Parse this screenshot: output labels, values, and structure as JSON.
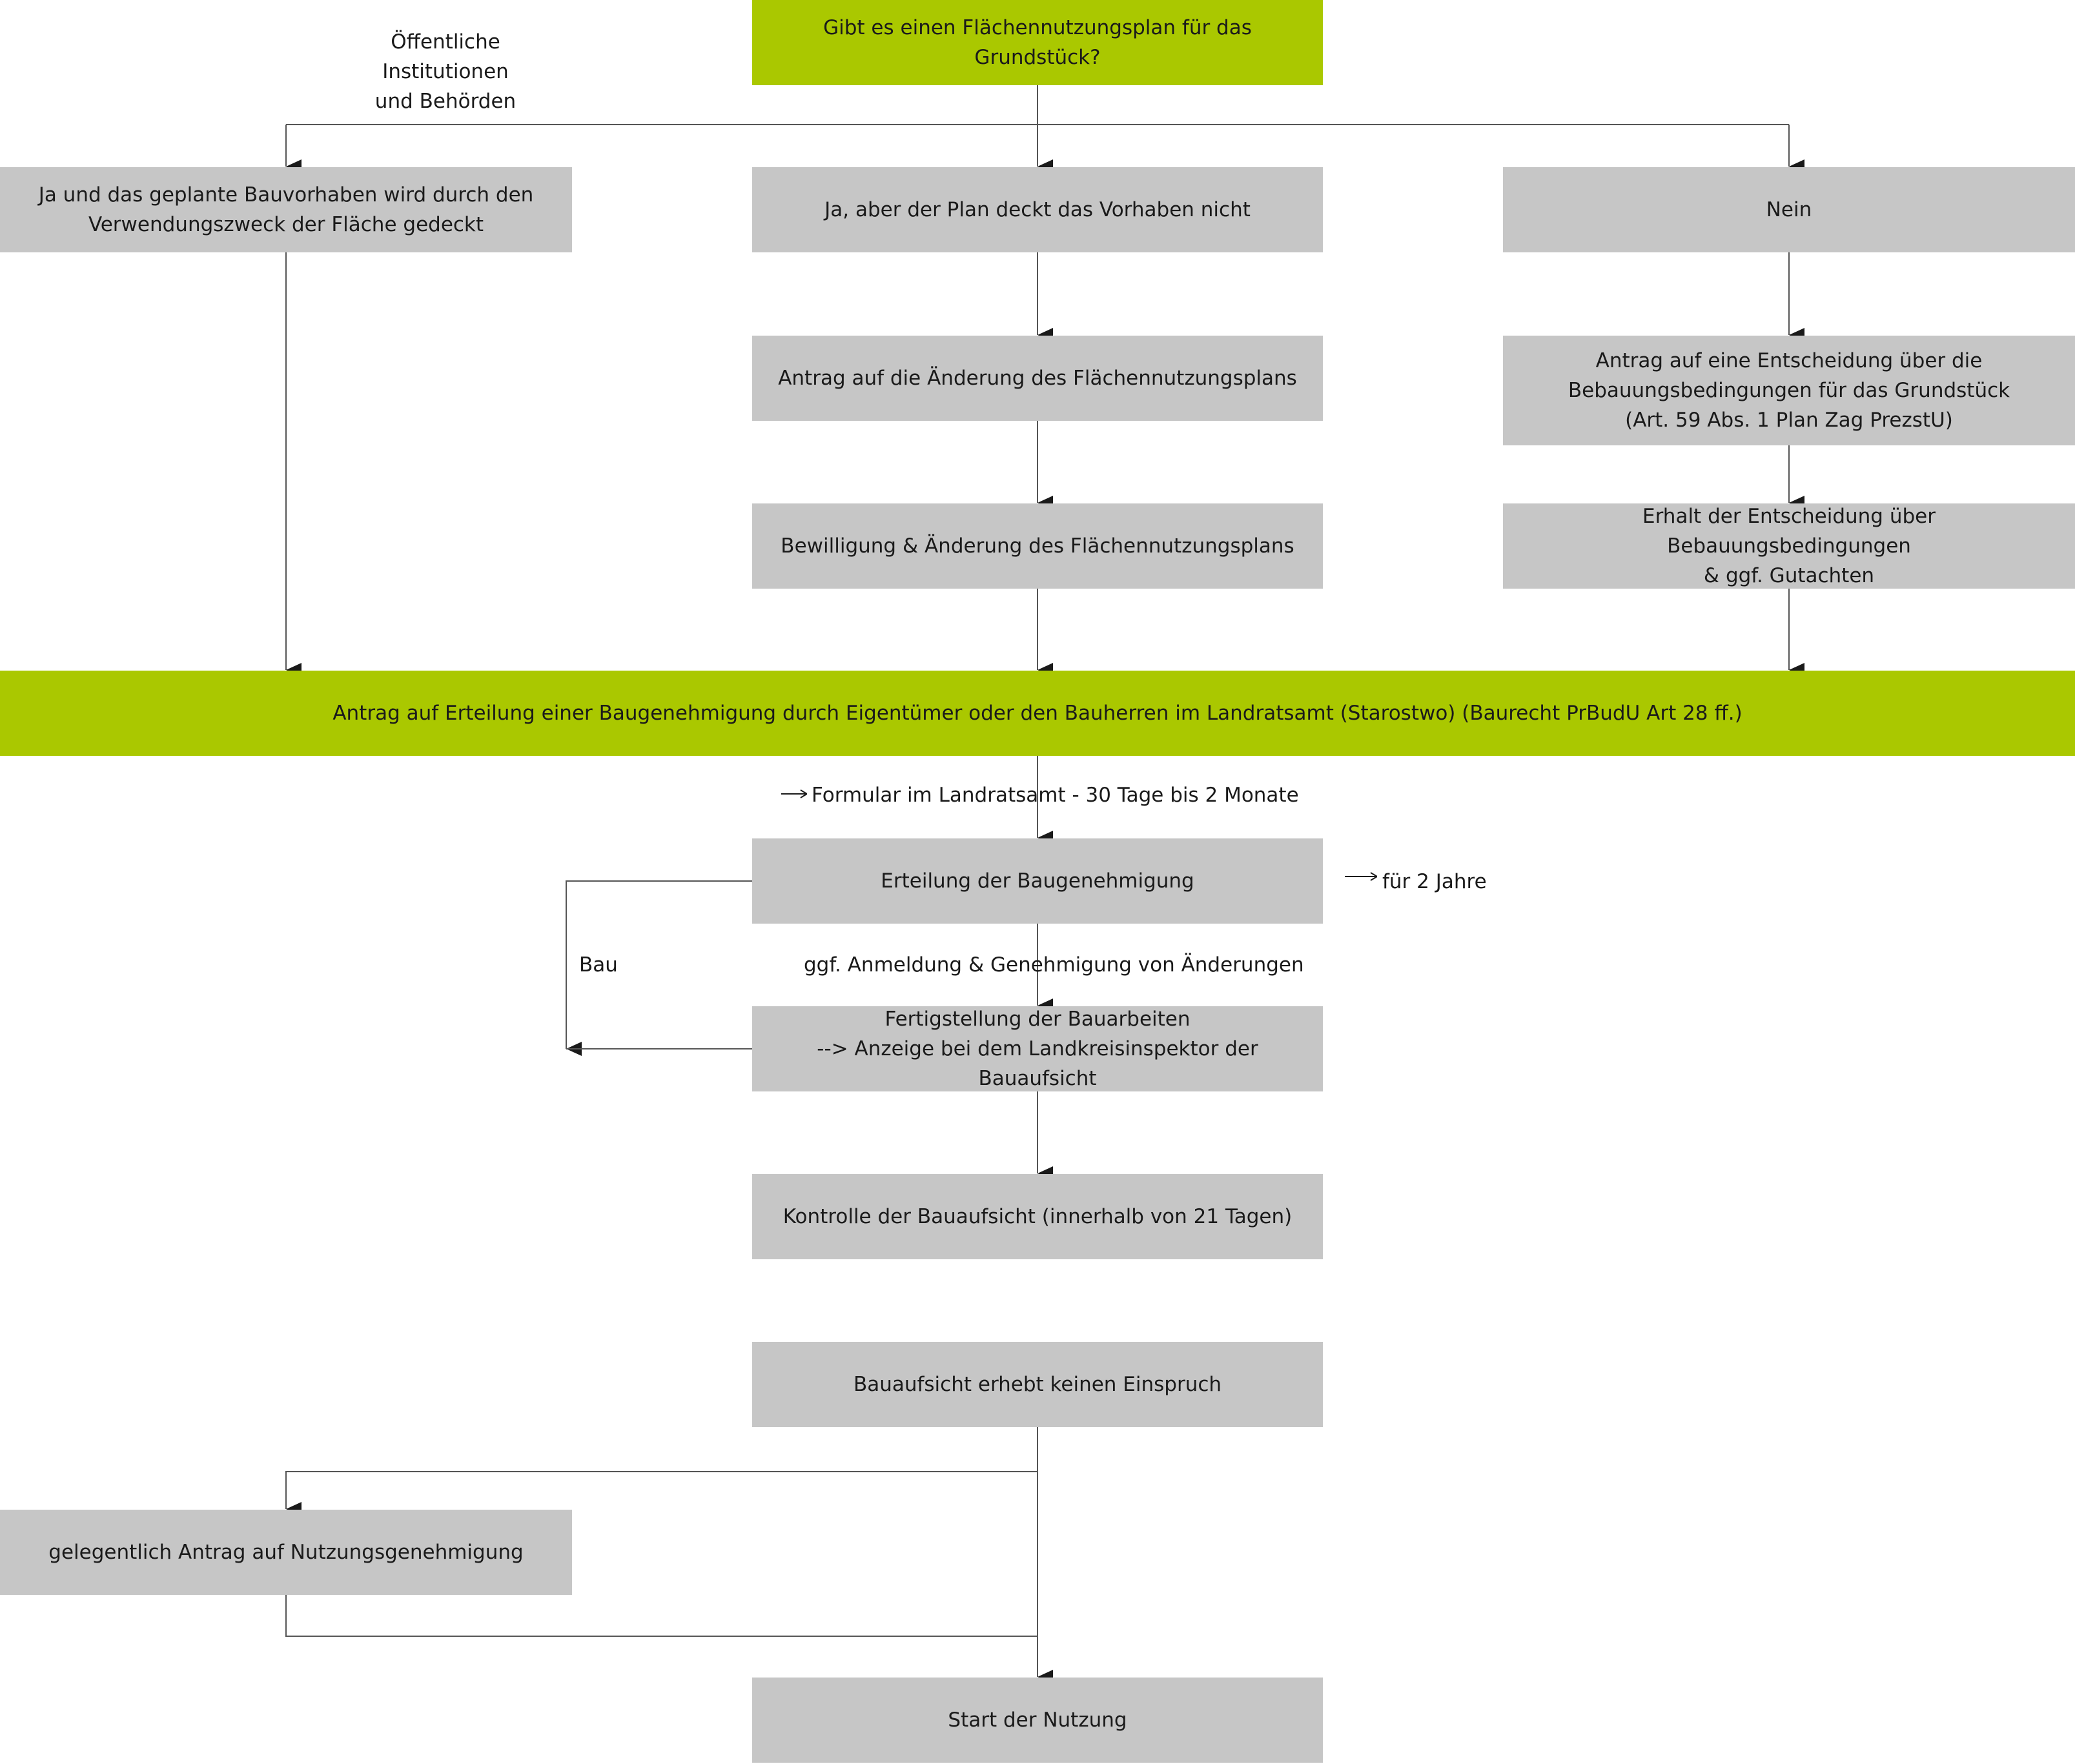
{
  "colors": {
    "box": "#c6c6c6",
    "highlight": "#aac800",
    "line": "#555555"
  },
  "boxes": {
    "question": "Gibt es einen Flächennutzungsplan für das Grundstück?",
    "option_yes": "Ja und das geplante Bauvorhaben wird durch den\nVerwendungszweck der Fläche gedeckt",
    "option_yes_but": "Ja, aber der Plan deckt das Vorhaben nicht",
    "option_no": "Nein",
    "change_request": "Antrag auf die Änderung des Flächennutzungsplans",
    "approval_change": "Bewilligung & Änderung des Flächennutzungsplans",
    "decision_request": "Antrag auf eine Entscheidung über die\nBebauungsbedingungen für das Grundstück\n(Art.  59 Abs. 1 Plan Zag PrezstU)",
    "decision_receipt": "Erhalt der Entscheidung über Bebauungsbedingungen\n& ggf. Gutachten",
    "permit_application": "Antrag auf Erteilung einer Baugenehmigung durch Eigentümer oder den Bauherren im Landratsamt (Starostwo) (Baurecht PrBudU Art 28 ff.)",
    "permit_granted": "Erteilung der Baugenehmigung",
    "completion": "Fertigstellung der Bauarbeiten\n--> Anzeige bei dem Landkreisinspektor der Bauaufsicht",
    "inspection": "Kontrolle der Bauaufsicht (innerhalb von 21 Tagen)",
    "no_objection": "Bauaufsicht erhebt keinen Einspruch",
    "usage_permit": "gelegentlich Antrag auf Nutzungsgenehmigung",
    "start_usage": "Start der Nutzung"
  },
  "labels": {
    "public_institutions": "Öffentliche\nInstitutionen\nund Behörden",
    "form_note": "Formular im Landratsamt  - 30 Tage bis 2 Monate",
    "validity": "für 2 Jahre",
    "construction": "Bau",
    "changes": "ggf. Anmeldung & Genehmigung von Änderungen"
  }
}
